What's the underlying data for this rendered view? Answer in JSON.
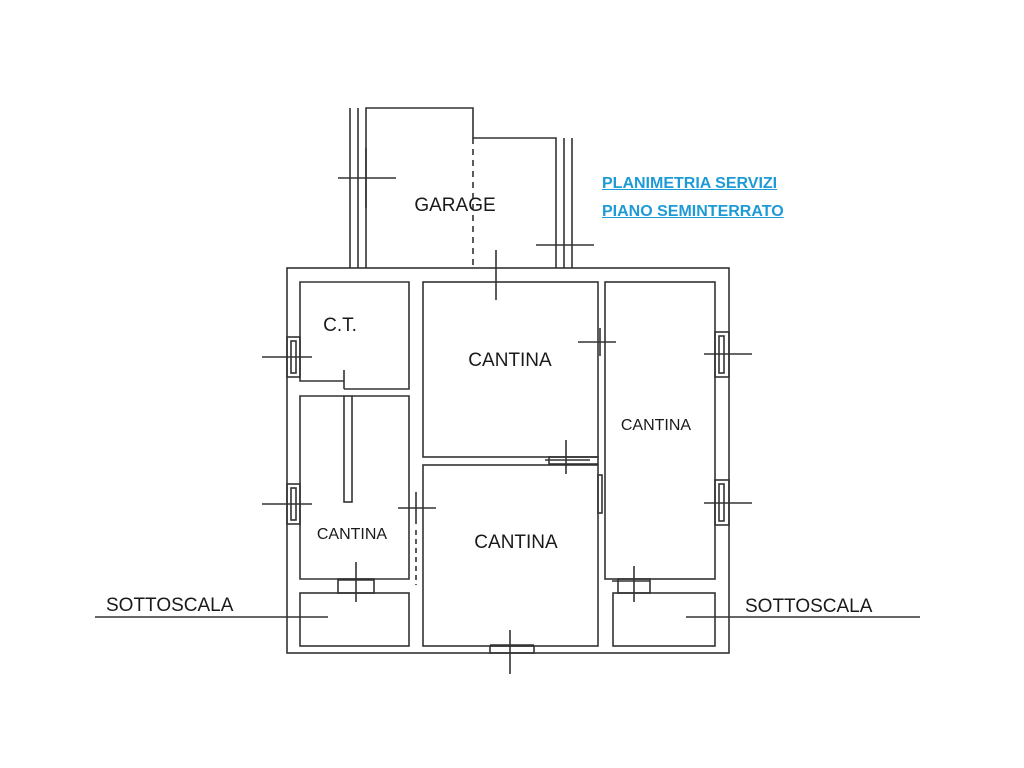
{
  "title": {
    "line1": "PLANIMETRIA SERVIZI",
    "line2": "PIANO SEMINTERRATO",
    "color": "#1e9bd7"
  },
  "rooms": {
    "garage": "GARAGE",
    "ct": "C.T.",
    "cantina_center_top": "CANTINA",
    "cantina_right": "CANTINA",
    "cantina_left": "CANTINA",
    "cantina_center_bottom": "CANTINA"
  },
  "labels": {
    "sottoscala_left": "SOTTOSCALA",
    "sottoscala_right": "SOTTOSCALA"
  },
  "line_color": "#333333"
}
